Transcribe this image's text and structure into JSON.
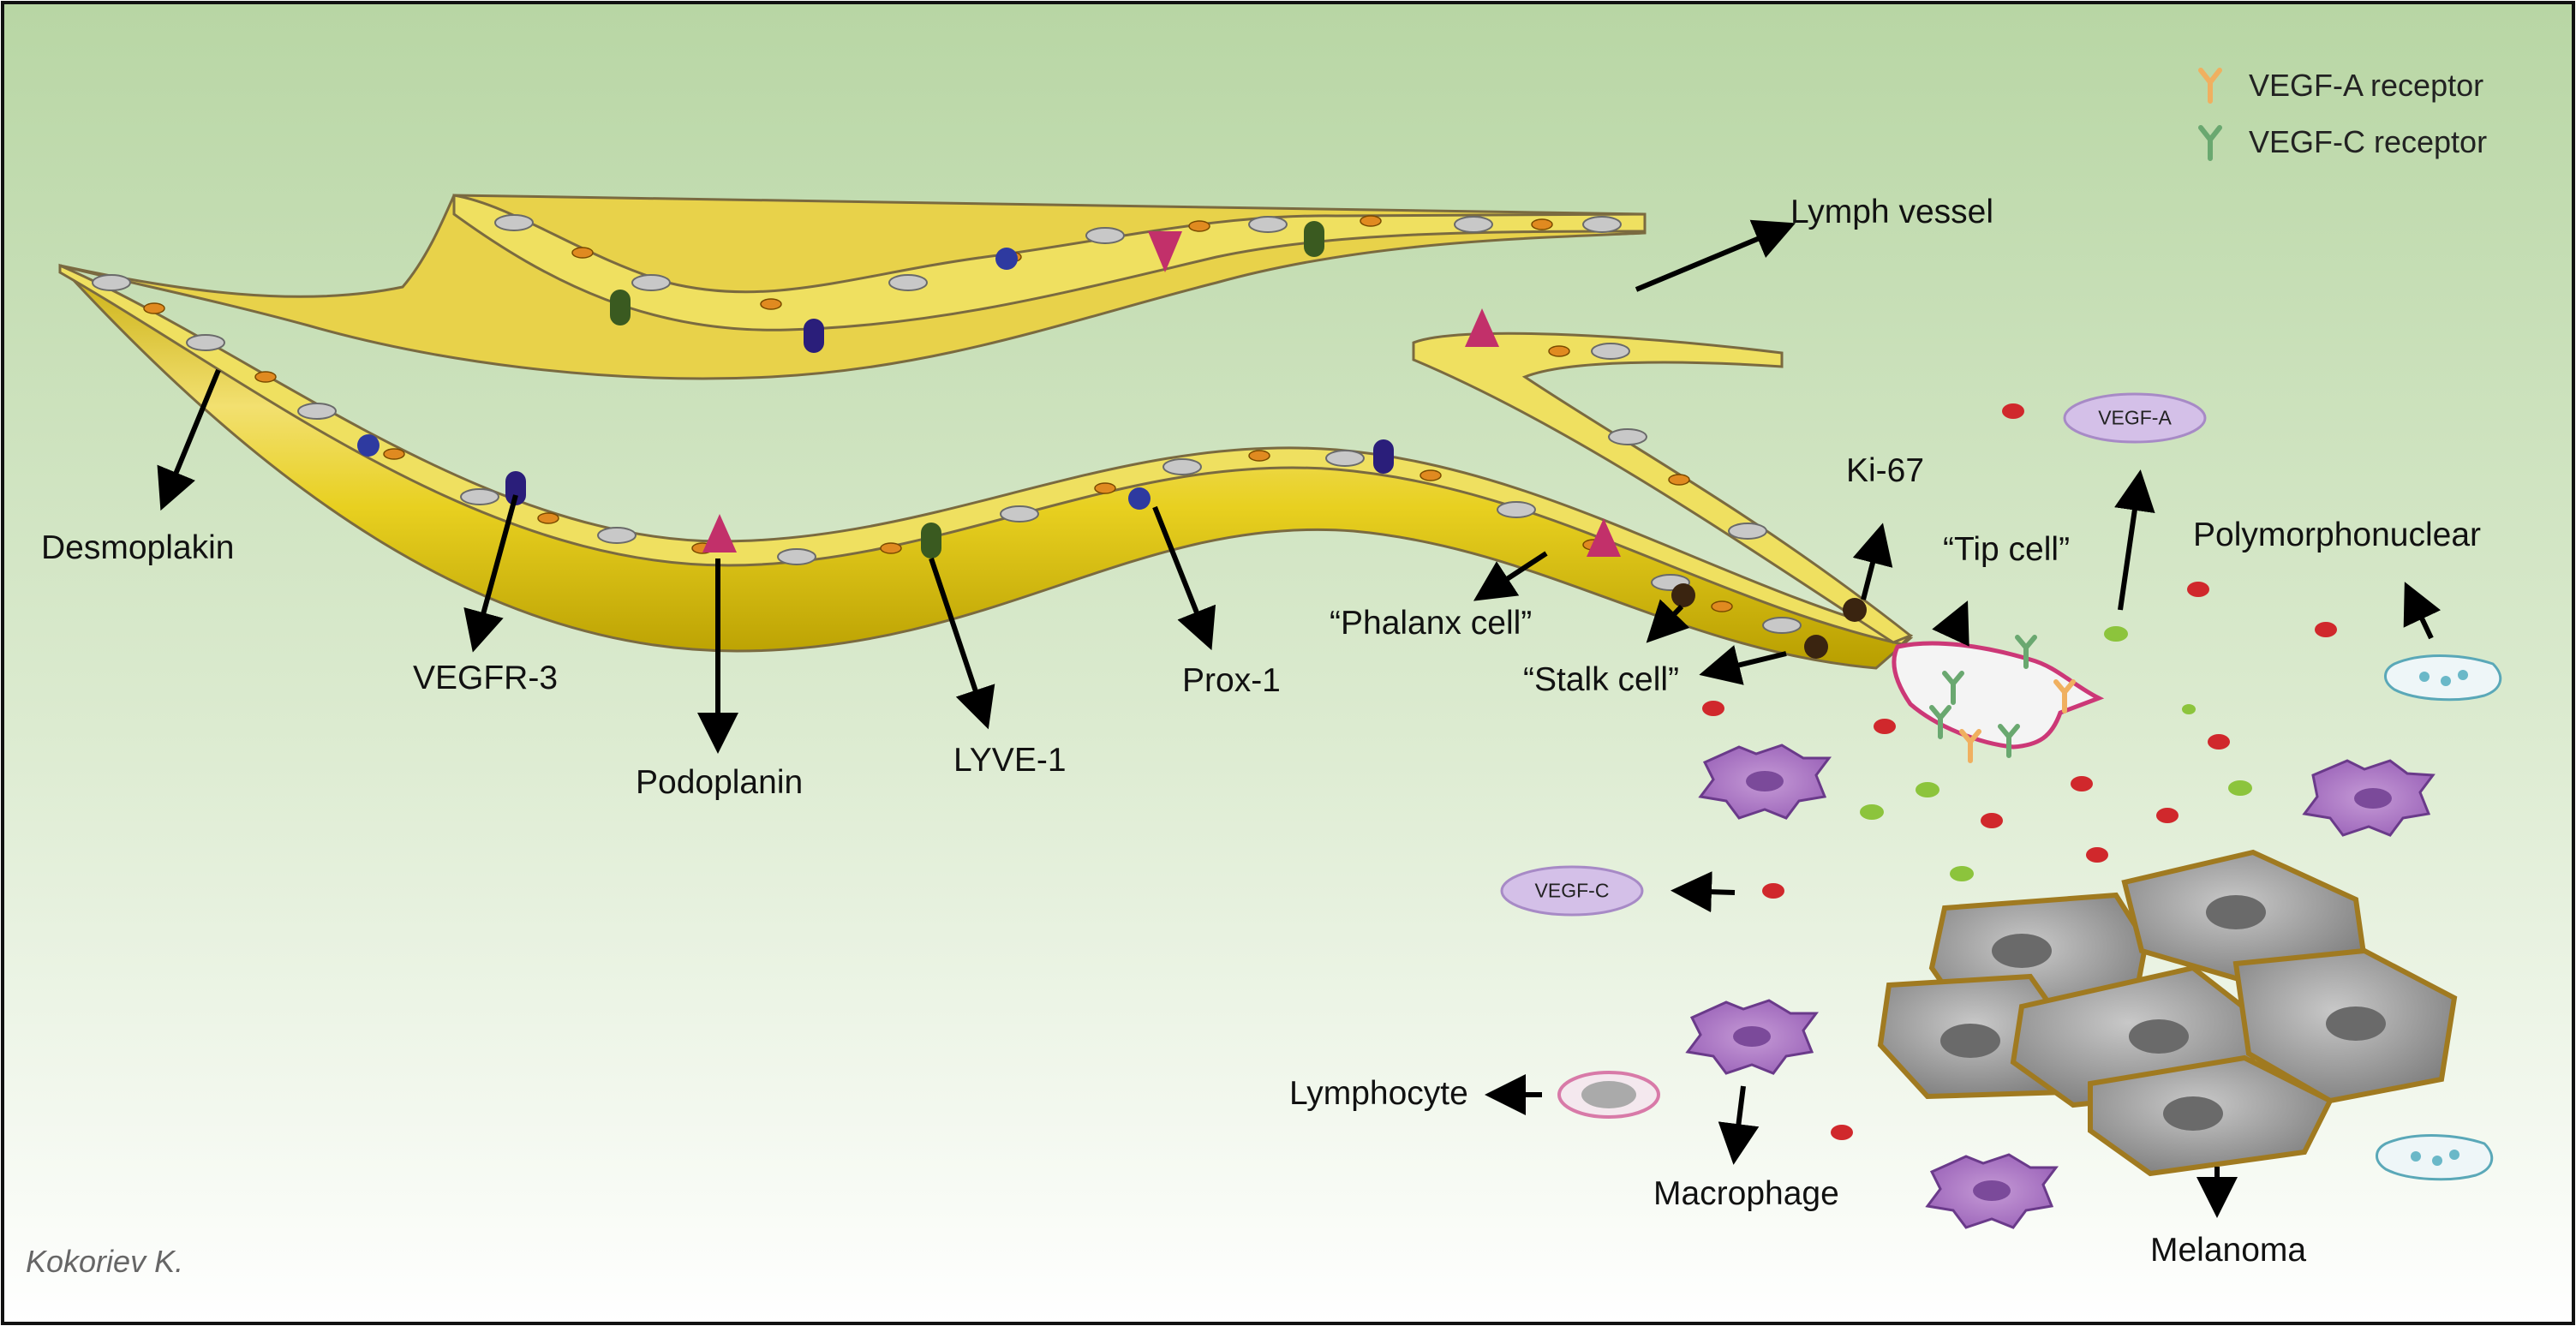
{
  "labels": {
    "lymph_vessel": "Lymph vessel",
    "desmoplakin": "Desmoplakin",
    "vegfr3": "VEGFR-3",
    "podoplanin": "Podoplanin",
    "lyve1": "LYVE-1",
    "prox1": "Prox-1",
    "phalanx_cell": "“Phalanx cell”",
    "stalk_cell": "“Stalk cell”",
    "ki67": "Ki-67",
    "tip_cell": "“Tip cell”",
    "polymorphonuclear": "Polymorphonuclear",
    "lymphocyte": "Lymphocyte",
    "macrophage": "Macrophage",
    "melanoma": "Melanoma"
  },
  "pills": {
    "vegf_a": "VEGF-A",
    "vegf_c": "VEGF-C"
  },
  "legend": {
    "vegf_a_receptor": "VEGF-A receptor",
    "vegf_c_receptor": "VEGF-C receptor"
  },
  "credit": "Kokoriev K.",
  "colors": {
    "background_top": "#b8d6a4",
    "background_bottom": "#ffffff",
    "vessel_yellow": "#e8d020",
    "vessel_dark": "#b89e00",
    "vegf_a_receptor": "#f0b060",
    "vegf_c_receptor": "#6aa870",
    "marker_magenta": "#c2306a",
    "marker_blue": "#2a2a8a",
    "marker_green": "#3a5a20",
    "macrophage_purple": "#9a62b8",
    "vegf_pill": "#d4c0e8",
    "melanoma_grey": "#8a8a8a",
    "melanoma_border": "#a07a20",
    "dot_red": "#d0282c",
    "dot_green": "#8cc43c"
  }
}
